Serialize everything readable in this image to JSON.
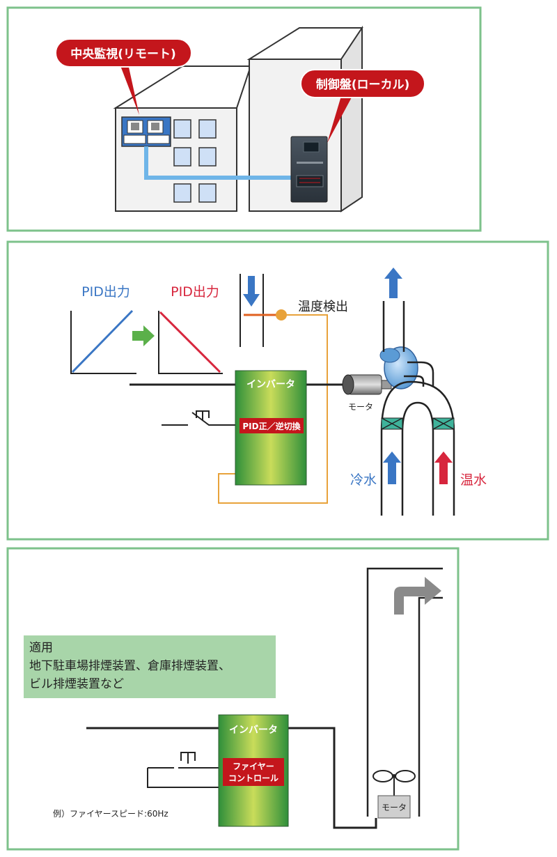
{
  "colors": {
    "frame": "#7dc28b",
    "callout_red": "#c4161c",
    "pid_blue": "#3a76c4",
    "pid_red": "#d7263d",
    "arrow_green": "#5bb04a",
    "orange_wire": "#e8a23a",
    "inverter_dark": "#2f8f3a",
    "inverter_light": "#c9dc5a",
    "pipe_teal": "#3fb39b",
    "info_box": "#a8d5a9",
    "network_line": "#6fb5e8"
  },
  "panel1": {
    "remote_label": "中央監視(リモート)",
    "local_label": "制御盤(ローカル)"
  },
  "panel2": {
    "pid_output_left": "PID出力",
    "pid_output_right": "PID出力",
    "temp_detect": "温度検出",
    "inverter": "インバータ",
    "pid_switch": "PID正／逆切換",
    "motor": "モータ",
    "cold_water": "冷水",
    "hot_water": "温水"
  },
  "panel3": {
    "info_title": "適用",
    "info_line1": "地下駐車場排煙装置、倉庫排煙装置、",
    "info_line2": "ビル排煙装置など",
    "inverter": "インバータ",
    "fire_control_1": "ファイヤー",
    "fire_control_2": "コントロール",
    "example": "例）ファイヤースピード:60Hz",
    "motor": "モータ"
  }
}
